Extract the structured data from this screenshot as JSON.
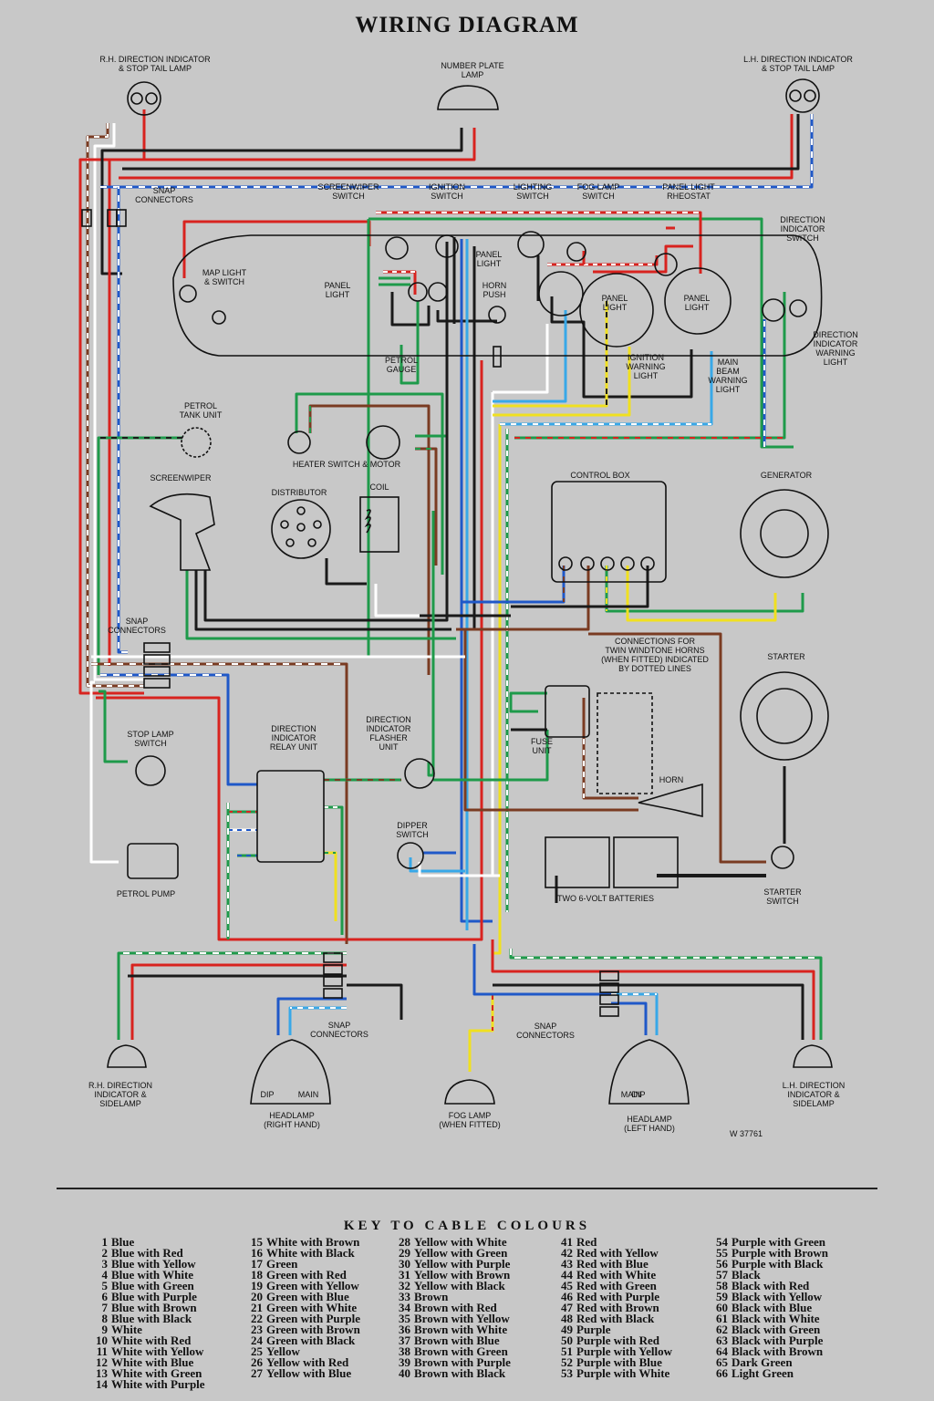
{
  "title": "WIRING DIAGRAM",
  "drawing_ref": "W 37761",
  "labels": {
    "rh_indicator": [
      "R.H. DIRECTION INDICATOR",
      "& STOP TAIL LAMP"
    ],
    "number_plate": [
      "NUMBER PLATE",
      "LAMP"
    ],
    "lh_indicator": [
      "L.H. DIRECTION INDICATOR",
      "& STOP TAIL LAMP"
    ],
    "snap_connectors_top": [
      "SNAP",
      "CONNECTORS"
    ],
    "screenwiper_switch": [
      "SCREENWIPER",
      "SWITCH"
    ],
    "ignition_switch": [
      "IGNITION",
      "SWITCH"
    ],
    "lighting_switch": [
      "LIGHTING",
      "SWITCH"
    ],
    "fog_lamp_switch": [
      "FOG LAMP",
      "SWITCH"
    ],
    "panel_light_rheostat": [
      "PANEL LIGHT",
      "RHEOSTAT"
    ],
    "direction_indicator_switch": [
      "DIRECTION",
      "INDICATOR",
      "SWITCH"
    ],
    "map_light": [
      "MAP LIGHT",
      "& SWITCH"
    ],
    "panel_light_left": [
      "PANEL",
      "LIGHT"
    ],
    "panel_light_mid": [
      "PANEL",
      "LIGHT"
    ],
    "horn_push": [
      "HORN",
      "PUSH"
    ],
    "panel_light_a": [
      "PANEL",
      "LIGHT"
    ],
    "panel_light_b": [
      "PANEL",
      "LIGHT"
    ],
    "petrol_gauge": [
      "PETROL",
      "GAUGE"
    ],
    "ignition_warning": [
      "IGNITION",
      "WARNING",
      "LIGHT"
    ],
    "main_beam_warning": [
      "MAIN",
      "BEAM",
      "WARNING",
      "LIGHT"
    ],
    "direction_indicator_warning": [
      "DIRECTION",
      "INDICATOR",
      "WARNING",
      "LIGHT"
    ],
    "petrol_tank_unit": [
      "PETROL",
      "TANK UNIT"
    ],
    "heater_switch": "HEATER SWITCH & MOTOR",
    "screenwiper": "SCREENWIPER",
    "distributor": "DISTRIBUTOR",
    "coil": "COIL",
    "control_box": "CONTROL BOX",
    "generator": "GENERATOR",
    "snap_connectors_mid": [
      "SNAP",
      "CONNECTORS"
    ],
    "horns_note": [
      "CONNECTIONS FOR",
      "TWIN WINDTONE HORNS",
      "(WHEN FITTED) INDICATED",
      "BY DOTTED LINES"
    ],
    "starter": "STARTER",
    "stop_lamp_switch": [
      "STOP LAMP",
      "SWITCH"
    ],
    "relay_unit": [
      "DIRECTION",
      "INDICATOR",
      "RELAY UNIT"
    ],
    "flasher_unit": [
      "DIRECTION",
      "INDICATOR",
      "FLASHER",
      "UNIT"
    ],
    "fuse_unit": [
      "FUSE",
      "UNIT"
    ],
    "horn": "HORN",
    "dipper_switch": [
      "DIPPER",
      "SWITCH"
    ],
    "petrol_pump": "PETROL PUMP",
    "batteries": "TWO 6-VOLT BATTERIES",
    "starter_switch": [
      "STARTER",
      "SWITCH"
    ],
    "rh_sidelamp": [
      "R.H. DIRECTION",
      "INDICATOR &",
      "SIDELAMP"
    ],
    "snap_connectors_low_l": [
      "SNAP",
      "CONNECTORS"
    ],
    "snap_connectors_low_r": [
      "SNAP",
      "CONNECTORS"
    ],
    "headlamp_rh": [
      "HEADLAMP",
      "(RIGHT HAND)"
    ],
    "fog_lamp": [
      "FOG LAMP",
      "(WHEN FITTED)"
    ],
    "headlamp_lh": [
      "HEADLAMP",
      "(LEFT HAND)"
    ],
    "lh_sidelamp": [
      "L.H. DIRECTION",
      "INDICATOR &",
      "SIDELAMP"
    ],
    "dip": "DIP",
    "main": "MAIN"
  },
  "key": {
    "title": "KEY TO CABLE COLOURS",
    "items": [
      [
        "1",
        "Blue"
      ],
      [
        "2",
        "Blue with Red"
      ],
      [
        "3",
        "Blue with Yellow"
      ],
      [
        "4",
        "Blue with White"
      ],
      [
        "5",
        "Blue with Green"
      ],
      [
        "6",
        "Blue with Purple"
      ],
      [
        "7",
        "Blue with Brown"
      ],
      [
        "8",
        "Blue with Black"
      ],
      [
        "9",
        "White"
      ],
      [
        "10",
        "White with Red"
      ],
      [
        "11",
        "White with Yellow"
      ],
      [
        "12",
        "White with Blue"
      ],
      [
        "13",
        "White with Green"
      ],
      [
        "14",
        "White with Purple"
      ],
      [
        "15",
        "White with Brown"
      ],
      [
        "16",
        "White with Black"
      ],
      [
        "17",
        "Green"
      ],
      [
        "18",
        "Green with Red"
      ],
      [
        "19",
        "Green with Yellow"
      ],
      [
        "20",
        "Green with Blue"
      ],
      [
        "21",
        "Green with White"
      ],
      [
        "22",
        "Green with Purple"
      ],
      [
        "23",
        "Green with Brown"
      ],
      [
        "24",
        "Green with Black"
      ],
      [
        "25",
        "Yellow"
      ],
      [
        "26",
        "Yellow with Red"
      ],
      [
        "27",
        "Yellow with Blue"
      ],
      [
        "28",
        "Yellow with White"
      ],
      [
        "29",
        "Yellow with Green"
      ],
      [
        "30",
        "Yellow with Purple"
      ],
      [
        "31",
        "Yellow with Brown"
      ],
      [
        "32",
        "Yellow with Black"
      ],
      [
        "33",
        "Brown"
      ],
      [
        "34",
        "Brown with Red"
      ],
      [
        "35",
        "Brown with Yellow"
      ],
      [
        "36",
        "Brown with White"
      ],
      [
        "37",
        "Brown with Blue"
      ],
      [
        "38",
        "Brown with Green"
      ],
      [
        "39",
        "Brown with Purple"
      ],
      [
        "40",
        "Brown with Black"
      ],
      [
        "41",
        "Red"
      ],
      [
        "42",
        "Red with Yellow"
      ],
      [
        "43",
        "Red with Blue"
      ],
      [
        "44",
        "Red with White"
      ],
      [
        "45",
        "Red with Green"
      ],
      [
        "46",
        "Red with Purple"
      ],
      [
        "47",
        "Red with Brown"
      ],
      [
        "48",
        "Red with Black"
      ],
      [
        "49",
        "Purple"
      ],
      [
        "50",
        "Purple with Red"
      ],
      [
        "51",
        "Purple with Yellow"
      ],
      [
        "52",
        "Purple with Blue"
      ],
      [
        "53",
        "Purple with White"
      ],
      [
        "54",
        "Purple with Green"
      ],
      [
        "55",
        "Purple with Brown"
      ],
      [
        "56",
        "Purple with Black"
      ],
      [
        "57",
        "Black"
      ],
      [
        "58",
        "Black with Red"
      ],
      [
        "59",
        "Black with Yellow"
      ],
      [
        "60",
        "Black with Blue"
      ],
      [
        "61",
        "Black with White"
      ],
      [
        "62",
        "Black with Green"
      ],
      [
        "63",
        "Black with Purple"
      ],
      [
        "64",
        "Black with Brown"
      ],
      [
        "65",
        "Dark Green"
      ],
      [
        "66",
        "Light Green"
      ]
    ]
  },
  "colors": {
    "red": "#d8231f",
    "green": "#1e9a4a",
    "black": "#1a1a1a",
    "blue": "#1f58c8",
    "yellow": "#f0e020",
    "brown": "#7a3b22",
    "white": "#ffffff",
    "lightblue": "#38a8e8",
    "lightgreen": "#8ed08a"
  }
}
